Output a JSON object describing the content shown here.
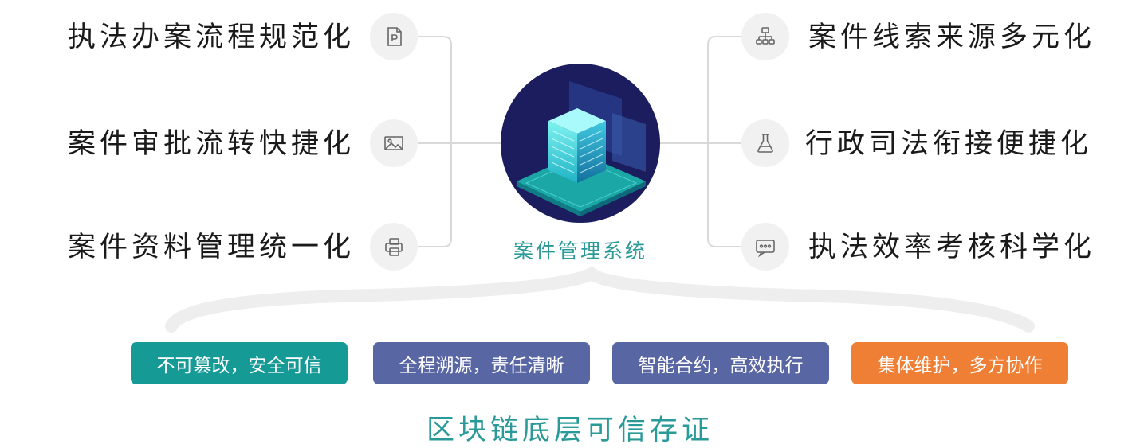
{
  "left_features": [
    {
      "label": "执法办案流程规范化",
      "icon": "document-p-icon"
    },
    {
      "label": "案件审批流转快捷化",
      "icon": "image-icon"
    },
    {
      "label": "案件资料管理统一化",
      "icon": "printer-icon"
    }
  ],
  "right_features": [
    {
      "label": "案件线索来源多元化",
      "icon": "sitemap-icon"
    },
    {
      "label": "行政司法衔接便捷化",
      "icon": "flask-icon"
    },
    {
      "label": "执法效率考核科学化",
      "icon": "chat-icon"
    }
  ],
  "center": {
    "title": "案件管理系统",
    "illustration": "server-cube-icon"
  },
  "tags": [
    {
      "label": "不可篡改，安全可信",
      "color": "#169a96"
    },
    {
      "label": "全程溯源，责任清晰",
      "color": "#5966a4"
    },
    {
      "label": "智能合约，高效执行",
      "color": "#5966a4"
    },
    {
      "label": "集体维护，多方协作",
      "color": "#ef7f35"
    }
  ],
  "footer": {
    "title": "区块链底层可信存证"
  },
  "colors": {
    "accent_teal": "#2a9a98",
    "center_bg": "#1b1d5e",
    "icon_bg": "#f1f1f1",
    "connector": "#d9d9d9"
  }
}
